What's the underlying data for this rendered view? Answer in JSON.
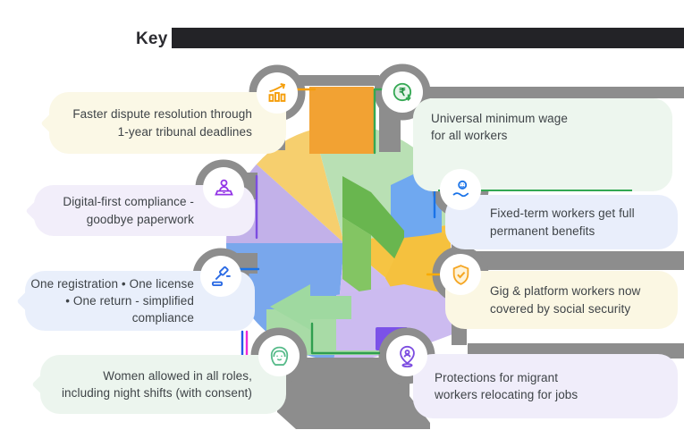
{
  "title": {
    "visible_text": "Key",
    "redacted": true,
    "note": "remainder of title hidden by dark redaction bar"
  },
  "callouts": [
    {
      "id": "dispute-resolution",
      "icon": "bar-chart-growth",
      "bg": "#FBF8E6",
      "accent": "#F59E0B",
      "lines": [
        "Faster dispute resolution through",
        "1-year tribunal deadlines"
      ]
    },
    {
      "id": "digital-compliance",
      "icon": "person-laptop",
      "bg": "#F2EEFA",
      "accent": "#9334E6",
      "lines": [
        "Digital-first compliance -",
        "goodbye paperwork"
      ]
    },
    {
      "id": "one-registration",
      "icon": "gavel",
      "bg": "#E9EFFB",
      "accent": "#2B6BE4",
      "lines": [
        "One registration • One license",
        "• One return - simplified",
        "compliance"
      ]
    },
    {
      "id": "women-all-roles",
      "icon": "woman",
      "bg": "#ECF5EE",
      "accent": "#57BB8A",
      "lines": [
        "Women allowed in all roles,",
        "including night shifts (with consent)"
      ]
    },
    {
      "id": "minimum-wage",
      "icon": "rupee-coin",
      "bg": "#EDF6EE",
      "accent": "#34A853",
      "lines": [
        "Universal minimum wage",
        "for all workers"
      ]
    },
    {
      "id": "fixed-term-benefits",
      "icon": "hand-holding-person",
      "bg": "#E9EEFB",
      "accent": "#1A73E8",
      "lines": [
        "Fixed-term workers get full",
        "permanent benefits"
      ]
    },
    {
      "id": "gig-social-security",
      "icon": "shield-check",
      "bg": "#FBF7E3",
      "accent": "#F5A623",
      "lines": [
        "Gig & platform workers now",
        "covered by social security"
      ]
    },
    {
      "id": "migrant-protections",
      "icon": "location-pin-person",
      "bg": "#F0EDFA",
      "accent": "#7C4DE0",
      "lines": [
        "Protections for migrant",
        "workers relocating for jobs"
      ]
    }
  ],
  "colors": {
    "redaction_bar": "#232327",
    "connector_gray": "#8D8D8D",
    "center_orange": "#F2A233",
    "center_blue": "#79A7EC",
    "center_green_dark": "#69B64F",
    "center_green_pastel": "#B9E0B4",
    "center_yellow": "#F6C443",
    "center_lavender": "#C2B1E9",
    "center_purple": "#7B52E8",
    "text": "#3E4347"
  }
}
